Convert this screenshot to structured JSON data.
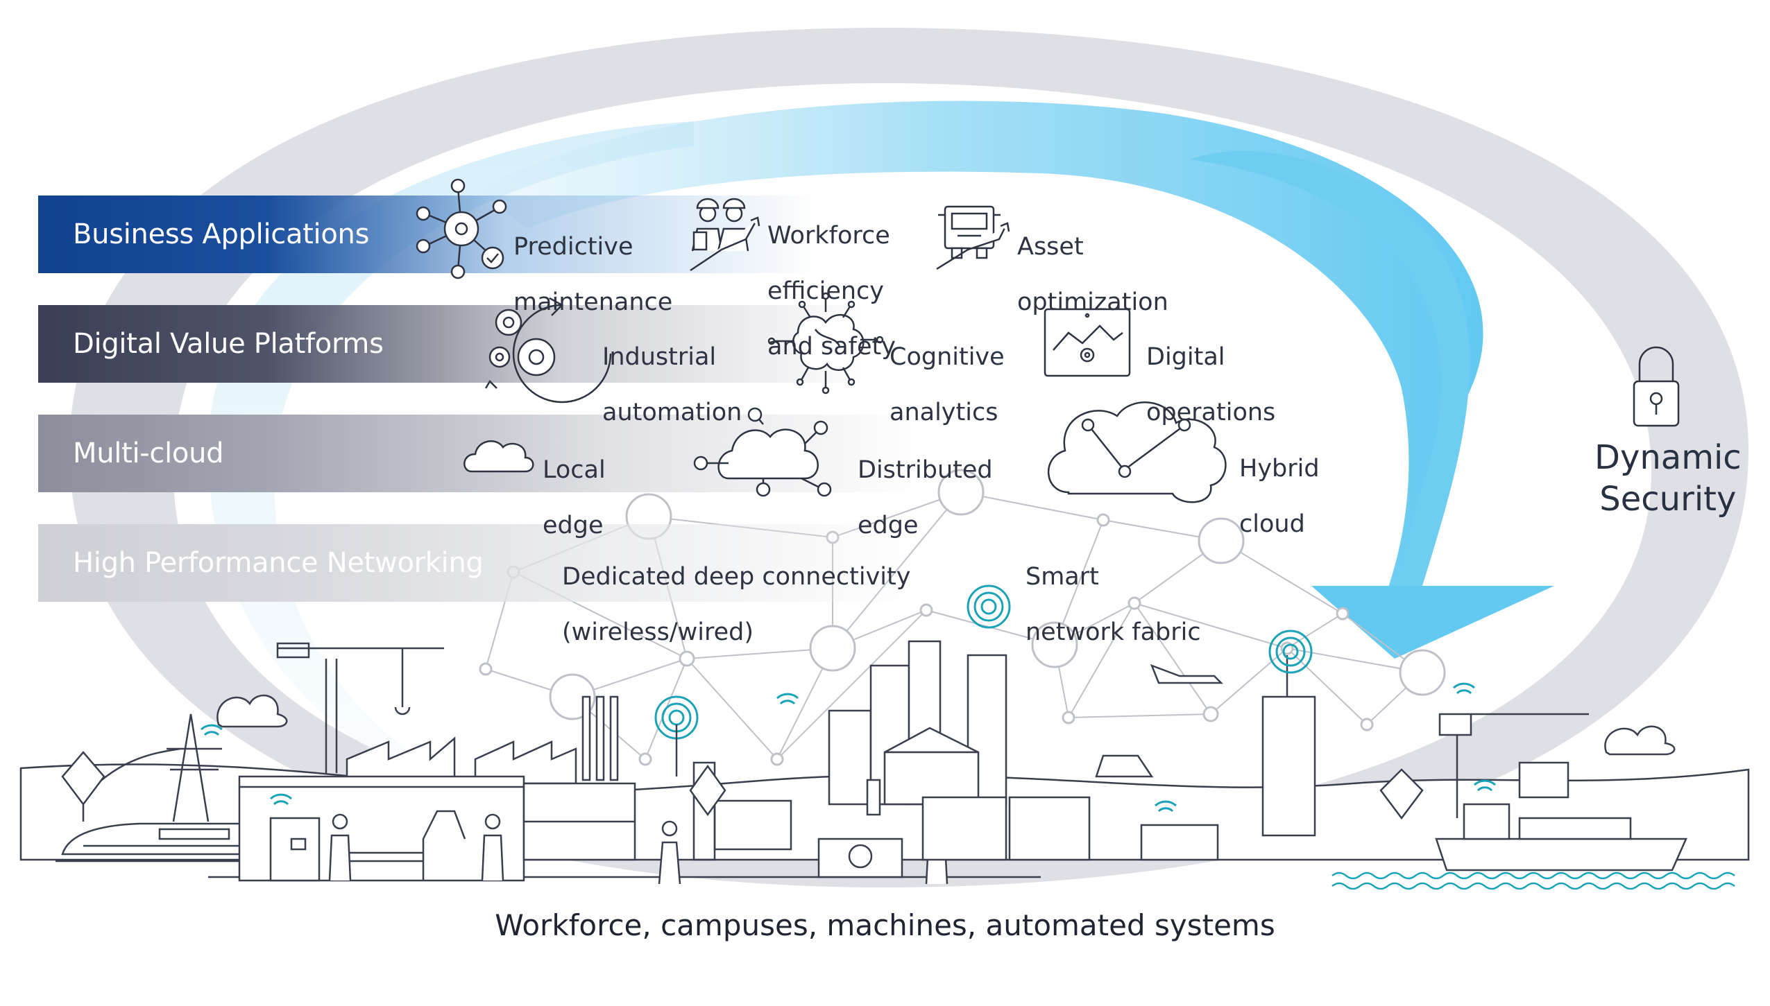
{
  "layers": [
    {
      "label": "Business Applications"
    },
    {
      "label": "Digital Value Platforms"
    },
    {
      "label": "Multi-cloud"
    },
    {
      "label": "High Performance Networking"
    }
  ],
  "business_applications": [
    {
      "icon": "network-gear-icon",
      "line1": "Predictive",
      "line2": "maintenance",
      "line3": ""
    },
    {
      "icon": "workers-icon",
      "line1": "Workforce",
      "line2": "efficiency",
      "line3": "and safety"
    },
    {
      "icon": "truck-icon",
      "line1": "Asset",
      "line2": "optimization",
      "line3": ""
    }
  ],
  "digital_value_platforms": [
    {
      "icon": "gears-icon",
      "line1": "Industrial",
      "line2": "automation"
    },
    {
      "icon": "brain-icon",
      "line1": "Cognitive",
      "line2": "analytics"
    },
    {
      "icon": "monitor-chart-icon",
      "line1": "Digital",
      "line2": "operations"
    }
  ],
  "multi_cloud": [
    {
      "icon": "cloud-icon",
      "line1": "Local",
      "line2": "edge"
    },
    {
      "icon": "cloud-network-icon",
      "line1": "Distributed",
      "line2": "edge"
    },
    {
      "icon": "hybrid-cloud-icon",
      "line1": "Hybrid",
      "line2": "cloud"
    }
  ],
  "networking": [
    {
      "line1": "Dedicated deep connectivity",
      "line2": "(wireless/wired)"
    },
    {
      "line1": "Smart",
      "line2": "network fabric"
    }
  ],
  "security": {
    "icon": "padlock-icon",
    "line1": "Dynamic",
    "line2": "Security"
  },
  "caption": "Workforce, campuses, machines, automated systems",
  "colors": {
    "business": "#124191",
    "dvp": "#3a3f55",
    "multicloud": "#8c8e9c",
    "hpn": "#cfd0d6",
    "arrow": "#6fcdf2",
    "ring": "#dcdde2",
    "wifi": "#1aa3b8"
  }
}
